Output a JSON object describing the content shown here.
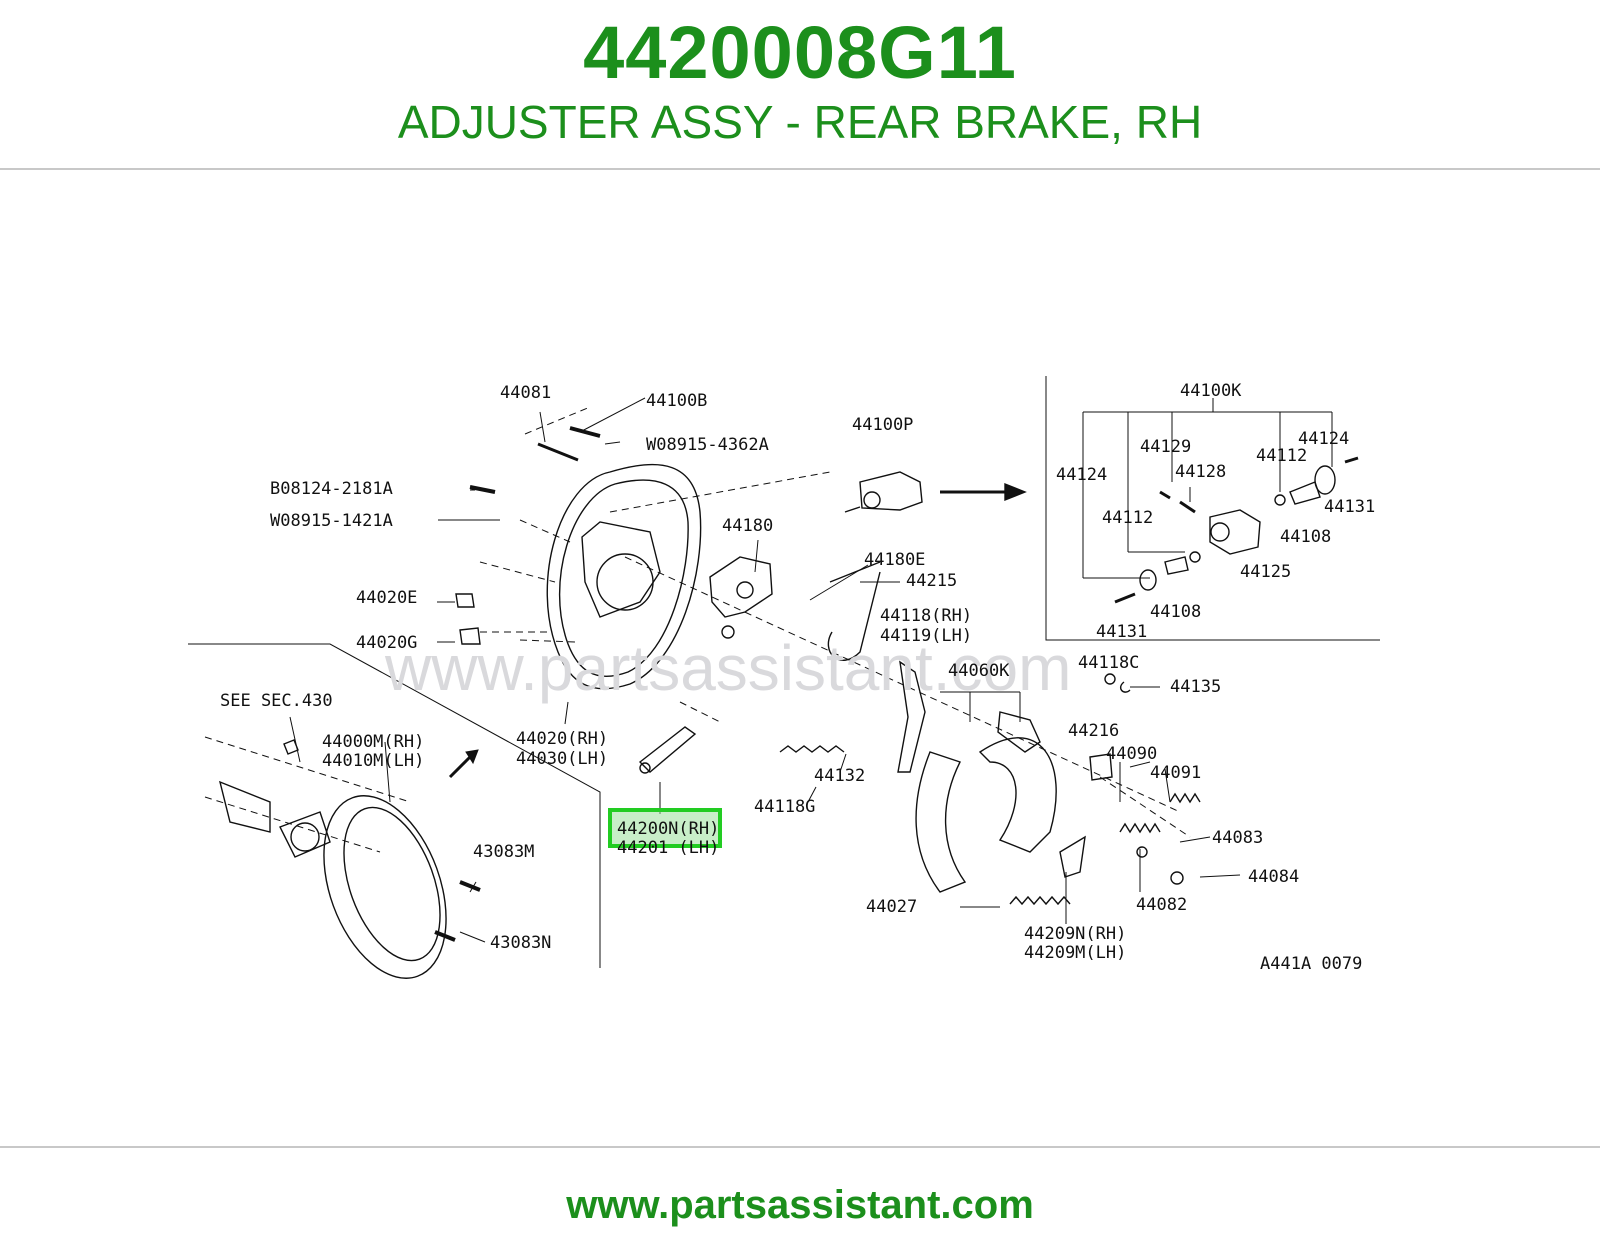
{
  "header": {
    "part_number": "4420008G11",
    "part_name": "ADJUSTER ASSY - REAR BRAKE, RH"
  },
  "diagram": {
    "watermark": "www.partsassistant.com",
    "drawing_code": "A441A 0079",
    "highlighted_callout": "44200N(RH)",
    "highlight_color": "#22cc22",
    "labels": {
      "l44081": "44081",
      "l44100B": "44100B",
      "lW089154362A": "W08915-4362A",
      "l44100P": "44100P",
      "lB081242181A": "B08124-2181A",
      "lW089151421A": "W08915-1421A",
      "l44180": "44180",
      "l44180E": "44180E",
      "l44215": "44215",
      "l44020E": "44020E",
      "l44020G": "44020G",
      "l44118RH": "44118(RH)",
      "l44119LH": "44119(LH)",
      "l44060K": "44060K",
      "l44118C": "44118C",
      "l44135": "44135",
      "lSeeSec": "SEE SEC.430",
      "l44000M": "44000M(RH)",
      "l44010M": "44010M(LH)",
      "l44020RH": "44020(RH)",
      "l44030LH": "44030(LH)",
      "l44216": "44216",
      "l44090": "44090",
      "l44091": "44091",
      "l44132": "44132",
      "l44118G": "44118G",
      "l44200N": "44200N(RH)",
      "l44201LH": "44201 (LH)",
      "l43083M": "43083M",
      "l44083": "44083",
      "l44084": "44084",
      "l44082": "44082",
      "l44027": "44027",
      "l44209N": "44209N(RH)",
      "l44209M": "44209M(LH)",
      "l43083N": "43083N",
      "l44100K": "44100K",
      "l44129": "44129",
      "l44124a": "44124",
      "l44112a": "44112",
      "l44128": "44128",
      "l44124b": "44124",
      "l44112b": "44112",
      "l44131a": "44131",
      "l44108a": "44108",
      "l44125": "44125",
      "l44108b": "44108",
      "l44131b": "44131"
    }
  },
  "footer": {
    "url": "www.partsassistant.com"
  }
}
